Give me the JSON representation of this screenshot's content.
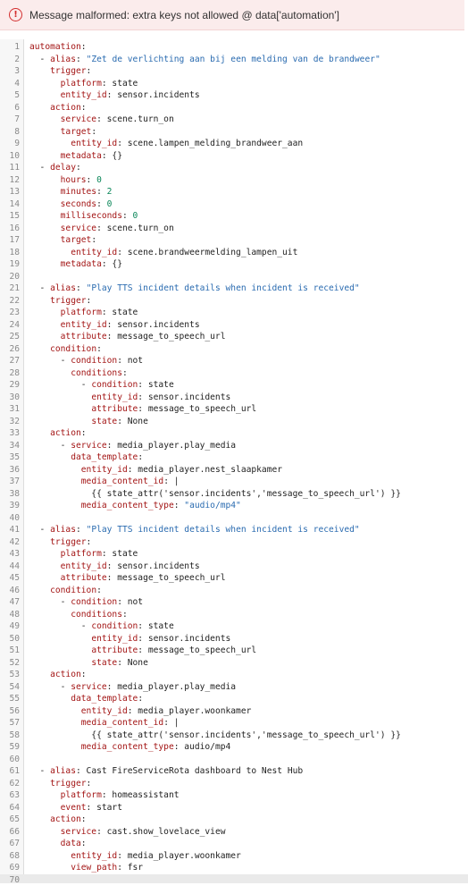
{
  "error": {
    "icon": "error-circle-icon",
    "message": "Message malformed: extra keys not allowed @ data['automation']",
    "color": "#d32f2f",
    "background": "#fbecec"
  },
  "editor": {
    "colors": {
      "key": "#a31515",
      "string": "#2a6bb0",
      "number": "#098658"
    },
    "active_line": 70,
    "lines": [
      [
        [
          "k",
          "automation"
        ],
        [
          "p",
          ":"
        ]
      ],
      [
        [
          "p",
          "  - "
        ],
        [
          "k",
          "alias"
        ],
        [
          "p",
          ": "
        ],
        [
          "s",
          "\"Zet de verlichting aan bij een melding van de brandweer\""
        ]
      ],
      [
        [
          "p",
          "    "
        ],
        [
          "k",
          "trigger"
        ],
        [
          "p",
          ":"
        ]
      ],
      [
        [
          "p",
          "      "
        ],
        [
          "k",
          "platform"
        ],
        [
          "p",
          ": state"
        ]
      ],
      [
        [
          "p",
          "      "
        ],
        [
          "k",
          "entity_id"
        ],
        [
          "p",
          ": sensor.incidents"
        ]
      ],
      [
        [
          "p",
          "    "
        ],
        [
          "k",
          "action"
        ],
        [
          "p",
          ":"
        ]
      ],
      [
        [
          "p",
          "      "
        ],
        [
          "k",
          "service"
        ],
        [
          "p",
          ": scene.turn_on"
        ]
      ],
      [
        [
          "p",
          "      "
        ],
        [
          "k",
          "target"
        ],
        [
          "p",
          ":"
        ]
      ],
      [
        [
          "p",
          "        "
        ],
        [
          "k",
          "entity_id"
        ],
        [
          "p",
          ": scene.lampen_melding_brandweer_aan"
        ]
      ],
      [
        [
          "p",
          "      "
        ],
        [
          "k",
          "metadata"
        ],
        [
          "p",
          ": {}"
        ]
      ],
      [
        [
          "p",
          "  - "
        ],
        [
          "k",
          "delay"
        ],
        [
          "p",
          ":"
        ]
      ],
      [
        [
          "p",
          "      "
        ],
        [
          "k",
          "hours"
        ],
        [
          "p",
          ": "
        ],
        [
          "n",
          "0"
        ]
      ],
      [
        [
          "p",
          "      "
        ],
        [
          "k",
          "minutes"
        ],
        [
          "p",
          ": "
        ],
        [
          "n",
          "2"
        ]
      ],
      [
        [
          "p",
          "      "
        ],
        [
          "k",
          "seconds"
        ],
        [
          "p",
          ": "
        ],
        [
          "n",
          "0"
        ]
      ],
      [
        [
          "p",
          "      "
        ],
        [
          "k",
          "milliseconds"
        ],
        [
          "p",
          ": "
        ],
        [
          "n",
          "0"
        ]
      ],
      [
        [
          "p",
          "      "
        ],
        [
          "k",
          "service"
        ],
        [
          "p",
          ": scene.turn_on"
        ]
      ],
      [
        [
          "p",
          "      "
        ],
        [
          "k",
          "target"
        ],
        [
          "p",
          ":"
        ]
      ],
      [
        [
          "p",
          "        "
        ],
        [
          "k",
          "entity_id"
        ],
        [
          "p",
          ": scene.brandweermelding_lampen_uit"
        ]
      ],
      [
        [
          "p",
          "      "
        ],
        [
          "k",
          "metadata"
        ],
        [
          "p",
          ": {}"
        ]
      ],
      [],
      [
        [
          "p",
          "  - "
        ],
        [
          "k",
          "alias"
        ],
        [
          "p",
          ": "
        ],
        [
          "s",
          "\"Play TTS incident details when incident is received\""
        ]
      ],
      [
        [
          "p",
          "    "
        ],
        [
          "k",
          "trigger"
        ],
        [
          "p",
          ":"
        ]
      ],
      [
        [
          "p",
          "      "
        ],
        [
          "k",
          "platform"
        ],
        [
          "p",
          ": state"
        ]
      ],
      [
        [
          "p",
          "      "
        ],
        [
          "k",
          "entity_id"
        ],
        [
          "p",
          ": sensor.incidents"
        ]
      ],
      [
        [
          "p",
          "      "
        ],
        [
          "k",
          "attribute"
        ],
        [
          "p",
          ": message_to_speech_url"
        ]
      ],
      [
        [
          "p",
          "    "
        ],
        [
          "k",
          "condition"
        ],
        [
          "p",
          ":"
        ]
      ],
      [
        [
          "p",
          "      - "
        ],
        [
          "k",
          "condition"
        ],
        [
          "p",
          ": not"
        ]
      ],
      [
        [
          "p",
          "        "
        ],
        [
          "k",
          "conditions"
        ],
        [
          "p",
          ":"
        ]
      ],
      [
        [
          "p",
          "          - "
        ],
        [
          "k",
          "condition"
        ],
        [
          "p",
          ": state"
        ]
      ],
      [
        [
          "p",
          "            "
        ],
        [
          "k",
          "entity_id"
        ],
        [
          "p",
          ": sensor.incidents"
        ]
      ],
      [
        [
          "p",
          "            "
        ],
        [
          "k",
          "attribute"
        ],
        [
          "p",
          ": message_to_speech_url"
        ]
      ],
      [
        [
          "p",
          "            "
        ],
        [
          "k",
          "state"
        ],
        [
          "p",
          ": None"
        ]
      ],
      [
        [
          "p",
          "    "
        ],
        [
          "k",
          "action"
        ],
        [
          "p",
          ":"
        ]
      ],
      [
        [
          "p",
          "      - "
        ],
        [
          "k",
          "service"
        ],
        [
          "p",
          ": media_player.play_media"
        ]
      ],
      [
        [
          "p",
          "        "
        ],
        [
          "k",
          "data_template"
        ],
        [
          "p",
          ":"
        ]
      ],
      [
        [
          "p",
          "          "
        ],
        [
          "k",
          "entity_id"
        ],
        [
          "p",
          ": media_player.nest_slaapkamer"
        ]
      ],
      [
        [
          "p",
          "          "
        ],
        [
          "k",
          "media_content_id"
        ],
        [
          "p",
          ": |"
        ]
      ],
      [
        [
          "p",
          "            {{ state_attr('sensor.incidents','message_to_speech_url') }}"
        ]
      ],
      [
        [
          "p",
          "          "
        ],
        [
          "k",
          "media_content_type"
        ],
        [
          "p",
          ": "
        ],
        [
          "s",
          "\"audio/mp4\""
        ]
      ],
      [],
      [
        [
          "p",
          "  - "
        ],
        [
          "k",
          "alias"
        ],
        [
          "p",
          ": "
        ],
        [
          "s",
          "\"Play TTS incident details when incident is received\""
        ]
      ],
      [
        [
          "p",
          "    "
        ],
        [
          "k",
          "trigger"
        ],
        [
          "p",
          ":"
        ]
      ],
      [
        [
          "p",
          "      "
        ],
        [
          "k",
          "platform"
        ],
        [
          "p",
          ": state"
        ]
      ],
      [
        [
          "p",
          "      "
        ],
        [
          "k",
          "entity_id"
        ],
        [
          "p",
          ": sensor.incidents"
        ]
      ],
      [
        [
          "p",
          "      "
        ],
        [
          "k",
          "attribute"
        ],
        [
          "p",
          ": message_to_speech_url"
        ]
      ],
      [
        [
          "p",
          "    "
        ],
        [
          "k",
          "condition"
        ],
        [
          "p",
          ":"
        ]
      ],
      [
        [
          "p",
          "      - "
        ],
        [
          "k",
          "condition"
        ],
        [
          "p",
          ": not"
        ]
      ],
      [
        [
          "p",
          "        "
        ],
        [
          "k",
          "conditions"
        ],
        [
          "p",
          ":"
        ]
      ],
      [
        [
          "p",
          "          - "
        ],
        [
          "k",
          "condition"
        ],
        [
          "p",
          ": state"
        ]
      ],
      [
        [
          "p",
          "            "
        ],
        [
          "k",
          "entity_id"
        ],
        [
          "p",
          ": sensor.incidents"
        ]
      ],
      [
        [
          "p",
          "            "
        ],
        [
          "k",
          "attribute"
        ],
        [
          "p",
          ": message_to_speech_url"
        ]
      ],
      [
        [
          "p",
          "            "
        ],
        [
          "k",
          "state"
        ],
        [
          "p",
          ": None"
        ]
      ],
      [
        [
          "p",
          "    "
        ],
        [
          "k",
          "action"
        ],
        [
          "p",
          ":"
        ]
      ],
      [
        [
          "p",
          "      - "
        ],
        [
          "k",
          "service"
        ],
        [
          "p",
          ": media_player.play_media"
        ]
      ],
      [
        [
          "p",
          "        "
        ],
        [
          "k",
          "data_template"
        ],
        [
          "p",
          ":"
        ]
      ],
      [
        [
          "p",
          "          "
        ],
        [
          "k",
          "entity_id"
        ],
        [
          "p",
          ": media_player.woonkamer"
        ]
      ],
      [
        [
          "p",
          "          "
        ],
        [
          "k",
          "media_content_id"
        ],
        [
          "p",
          ": |"
        ]
      ],
      [
        [
          "p",
          "            {{ state_attr('sensor.incidents','message_to_speech_url') }}"
        ]
      ],
      [
        [
          "p",
          "          "
        ],
        [
          "k",
          "media_content_type"
        ],
        [
          "p",
          ": audio/mp4"
        ]
      ],
      [],
      [
        [
          "p",
          "  - "
        ],
        [
          "k",
          "alias"
        ],
        [
          "p",
          ": Cast FireServiceRota dashboard to Nest Hub"
        ]
      ],
      [
        [
          "p",
          "    "
        ],
        [
          "k",
          "trigger"
        ],
        [
          "p",
          ":"
        ]
      ],
      [
        [
          "p",
          "      "
        ],
        [
          "k",
          "platform"
        ],
        [
          "p",
          ": homeassistant"
        ]
      ],
      [
        [
          "p",
          "      "
        ],
        [
          "k",
          "event"
        ],
        [
          "p",
          ": start"
        ]
      ],
      [
        [
          "p",
          "    "
        ],
        [
          "k",
          "action"
        ],
        [
          "p",
          ":"
        ]
      ],
      [
        [
          "p",
          "      "
        ],
        [
          "k",
          "service"
        ],
        [
          "p",
          ": cast.show_lovelace_view"
        ]
      ],
      [
        [
          "p",
          "      "
        ],
        [
          "k",
          "data"
        ],
        [
          "p",
          ":"
        ]
      ],
      [
        [
          "p",
          "        "
        ],
        [
          "k",
          "entity_id"
        ],
        [
          "p",
          ": media_player.woonkamer"
        ]
      ],
      [
        [
          "p",
          "        "
        ],
        [
          "k",
          "view_path"
        ],
        [
          "p",
          ": fsr"
        ]
      ],
      []
    ]
  }
}
